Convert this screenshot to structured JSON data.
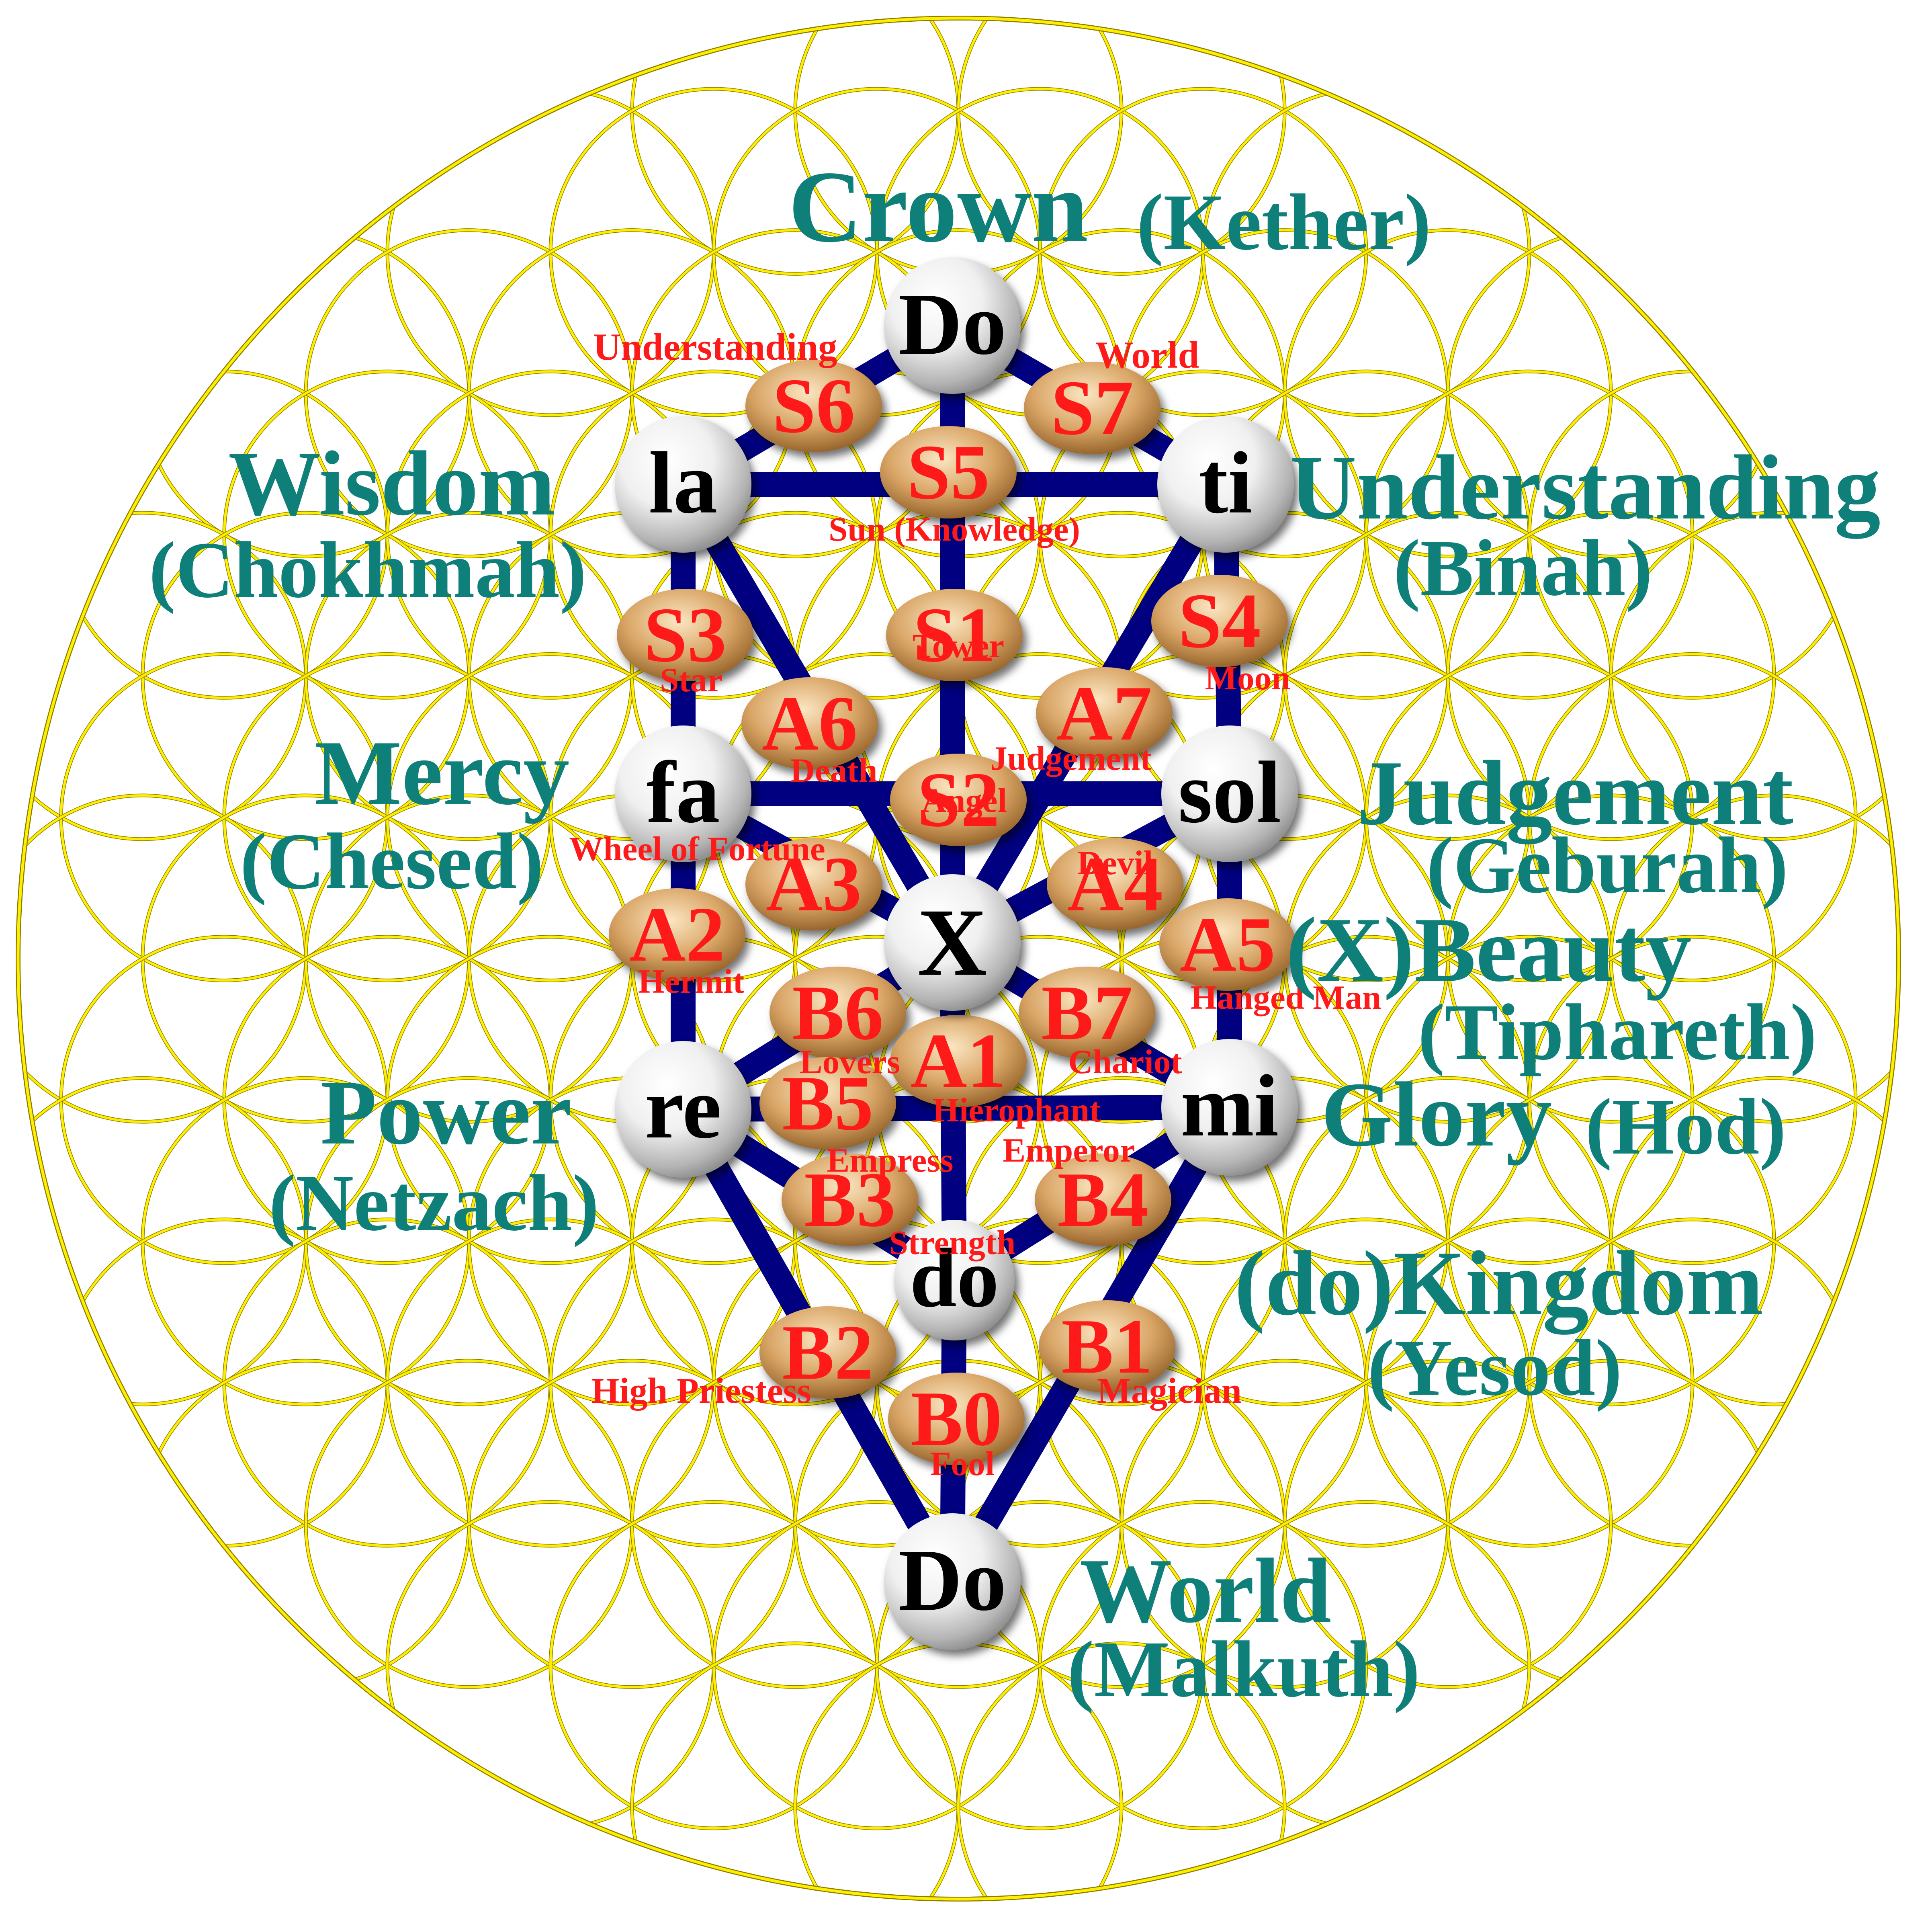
{
  "colors": {
    "background": "#ffffff",
    "flower_line": "#ffee00",
    "flower_line_dark": "#8a7d00",
    "path": "#000080",
    "sephira_label": "#0f7f7a",
    "path_label": "#ff1a1a",
    "note_text": "#000000"
  },
  "notes": {
    "crown": "Do",
    "wisdom": "la",
    "understanding": "ti",
    "mercy": "fa",
    "judgement": "sol",
    "beauty": "X",
    "power": "re",
    "glory": "mi",
    "kingdom": "do",
    "world": "Do"
  },
  "sephira_labels": {
    "crown": {
      "name": "Crown",
      "hebrew": "(Kether)"
    },
    "wisdom": {
      "name": "Wisdom",
      "hebrew": "(Chokhmah)"
    },
    "understanding": {
      "name": "Understanding",
      "hebrew": "(Binah)"
    },
    "mercy": {
      "name": "Mercy",
      "hebrew": "(Chesed)"
    },
    "judgement": {
      "name": "Judgement",
      "hebrew": "(Geburah)"
    },
    "beauty": {
      "name": "(X)Beauty",
      "hebrew": "(Tiphareth)"
    },
    "power": {
      "name": "Power",
      "hebrew": "(Netzach)"
    },
    "glory": {
      "name": "Glory",
      "hebrew": "(Hod)"
    },
    "kingdom": {
      "name": "(do)Kingdom",
      "hebrew": "(Yesod)"
    },
    "world": {
      "name": "World",
      "hebrew": "(Malkuth)"
    }
  },
  "paths": {
    "S6": {
      "code": "S6",
      "card": "Understanding"
    },
    "S7": {
      "code": "S7",
      "card": "World"
    },
    "S5": {
      "code": "S5",
      "card": "Sun (Knowledge)"
    },
    "S3": {
      "code": "S3",
      "card": "Star"
    },
    "S1": {
      "code": "S1",
      "card": "Tower"
    },
    "S4": {
      "code": "S4",
      "card": "Moon"
    },
    "A6": {
      "code": "A6",
      "card": "Death"
    },
    "A7": {
      "code": "A7",
      "card": "Judgement"
    },
    "S2": {
      "code": "S2",
      "card": "Angel"
    },
    "A3": {
      "code": "A3",
      "card": "Wheel of Fortune"
    },
    "A4": {
      "code": "A4",
      "card": "Devil"
    },
    "A2": {
      "code": "A2",
      "card": "Hermit"
    },
    "A5": {
      "code": "A5",
      "card": "Hanged Man"
    },
    "B6": {
      "code": "B6",
      "card": "Lovers"
    },
    "B7": {
      "code": "B7",
      "card": "Chariot"
    },
    "A1": {
      "code": "A1",
      "card": "Hierophant"
    },
    "B5": {
      "code": "B5",
      "card": "Empress"
    },
    "B4": {
      "code": "B4",
      "card": "Emperor"
    },
    "B3": {
      "code": "B3",
      "card": "Strength"
    },
    "B2": {
      "code": "B2",
      "card": "High Priestess"
    },
    "B1": {
      "code": "B1",
      "card": "Magician"
    },
    "B0": {
      "code": "B0",
      "card": "Fool"
    }
  }
}
